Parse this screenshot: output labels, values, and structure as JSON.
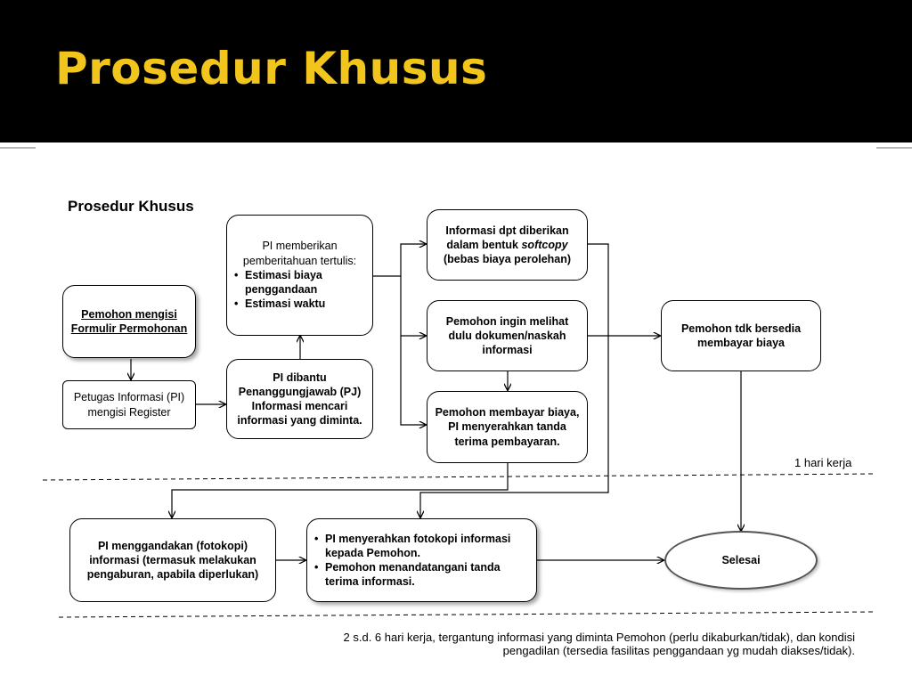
{
  "slide": {
    "title": "Prosedur Khusus"
  },
  "diagram": {
    "title": "Prosedur Khusus",
    "boxes": {
      "pemohon_formulir": "Pemohon mengisi Formulir Permohonan",
      "petugas_register": "Petugas Informasi (PI) mengisi Register",
      "pi_pemberitahuan": {
        "intro": "PI memberikan pemberitahuan tertulis:",
        "items": [
          "Estimasi biaya penggandaan",
          "Estimasi waktu"
        ]
      },
      "pi_dibantu": "PI dibantu Penanggungjawab (PJ) Informasi mencari informasi yang diminta.",
      "softcopy": {
        "before": "Informasi dpt diberikan dalam bentuk",
        "emphasis": "softcopy",
        "after": "(bebas biaya perolehan)"
      },
      "melihat_dokumen": "Pemohon ingin melihat dulu dokumen/naskah informasi",
      "membayar_biaya": "Pemohon membayar biaya, PI menyerahkan tanda terima pembayaran.",
      "tdk_bersedia": "Pemohon tdk bersedia membayar biaya",
      "menggandakan": "PI menggandakan (fotokopi) informasi (termasuk melakukan pengaburan, apabila diperlukan)",
      "menyerahkan": {
        "items": [
          "PI menyerahkan fotokopi informasi kepada Pemohon.",
          "Pemohon menandatangani tanda terima informasi."
        ]
      },
      "selesai": "Selesai"
    },
    "notes": {
      "satu_hari": "1 hari kerja",
      "durasi_line1": "2 s.d. 6 hari kerja, tergantung informasi yang diminta Pemohon (perlu dikaburkan/tidak), dan kondisi",
      "durasi_line2": "pengadilan (tersedia fasilitas penggandaan yg mudah diakses/tidak)."
    }
  },
  "colors": {
    "header_bg": "#000000",
    "title_color": "#f2c51c",
    "background": "#ffffff",
    "line": "#000000"
  }
}
